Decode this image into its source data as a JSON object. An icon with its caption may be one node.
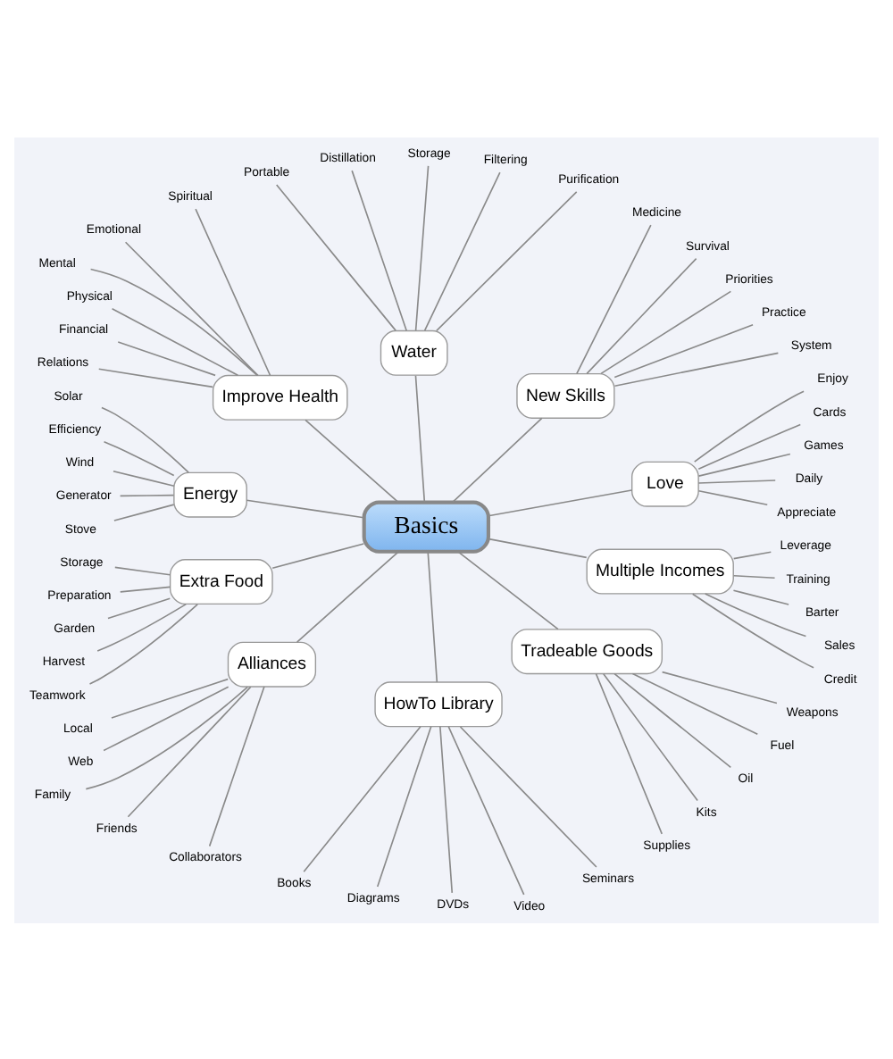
{
  "diagram": {
    "nodes": [
      {
        "text": [
          "Basics"
        ]
      },
      {
        "text": [
          "Love"
        ]
      },
      {
        "text": [
          "Appreciate"
        ]
      },
      {
        "text": [
          "Daily"
        ]
      },
      {
        "text": [
          "Games"
        ]
      },
      {
        "text": [
          "Cards"
        ]
      },
      {
        "text": [
          "Enjoy"
        ]
      },
      {
        "text": [
          "New Skills"
        ]
      },
      {
        "text": [
          "System"
        ]
      },
      {
        "text": [
          "Practice"
        ]
      },
      {
        "text": [
          "Priorities"
        ]
      },
      {
        "text": [
          "Survival"
        ]
      },
      {
        "text": [
          "Medicine"
        ]
      },
      {
        "text": [
          "Water"
        ]
      },
      {
        "text": [
          "Purification"
        ]
      },
      {
        "text": [
          "Filtering"
        ]
      },
      {
        "text": [
          "Storage"
        ]
      },
      {
        "text": [
          "Distillation"
        ]
      },
      {
        "text": [
          "Portable"
        ]
      },
      {
        "text": [
          "Improve Health"
        ]
      },
      {
        "text": [
          "Spiritual"
        ]
      },
      {
        "text": [
          "Emotional"
        ]
      },
      {
        "text": [
          "Mental"
        ]
      },
      {
        "text": [
          "Physical"
        ]
      },
      {
        "text": [
          "Financial"
        ]
      },
      {
        "text": [
          "Relations"
        ]
      },
      {
        "text": [
          "Energy"
        ]
      },
      {
        "text": [
          "Solar"
        ]
      },
      {
        "text": [
          "Efficiency"
        ]
      },
      {
        "text": [
          "Wind"
        ]
      },
      {
        "text": [
          "Generator"
        ]
      },
      {
        "text": [
          "Stove"
        ]
      },
      {
        "text": [
          "Extra Food"
        ]
      },
      {
        "text": [
          "Storage"
        ]
      },
      {
        "text": [
          "Preparation"
        ]
      },
      {
        "text": [
          "Garden"
        ]
      },
      {
        "text": [
          "Harvest"
        ]
      },
      {
        "text": [
          "Teamwork"
        ]
      },
      {
        "text": [
          "Alliances"
        ]
      },
      {
        "text": [
          "Local"
        ]
      },
      {
        "text": [
          "Web"
        ]
      },
      {
        "text": [
          "Family"
        ]
      },
      {
        "text": [
          "Friends"
        ]
      },
      {
        "text": [
          "Collaborators"
        ]
      },
      {
        "text": [
          "HowTo Library"
        ]
      },
      {
        "text": [
          "Books"
        ]
      },
      {
        "text": [
          "Diagrams"
        ]
      },
      {
        "text": [
          "DVDs"
        ]
      },
      {
        "text": [
          "Video"
        ]
      },
      {
        "text": [
          "Seminars"
        ]
      },
      {
        "text": [
          "Tradeable Goods"
        ]
      },
      {
        "text": [
          "Supplies"
        ]
      },
      {
        "text": [
          "Kits"
        ]
      },
      {
        "text": [
          "Oil"
        ]
      },
      {
        "text": [
          "Fuel"
        ]
      },
      {
        "text": [
          "Weapons"
        ]
      },
      {
        "text": [
          "Multiple Incomes"
        ]
      },
      {
        "text": [
          "Credit"
        ]
      },
      {
        "text": [
          "Sales"
        ]
      },
      {
        "text": [
          "Barter"
        ]
      },
      {
        "text": [
          "Training"
        ]
      },
      {
        "text": [
          "Leverage"
        ]
      }
    ],
    "edges": [
      {
        "from": 0,
        "to": 1,
        "arrow": "none"
      },
      {
        "from": 1,
        "to": 2,
        "arrow": "none"
      },
      {
        "from": 1,
        "to": 3,
        "arrow": "none"
      },
      {
        "from": 1,
        "to": 4,
        "arrow": "none"
      },
      {
        "from": 1,
        "to": 5,
        "arrow": "none"
      },
      {
        "from": 1,
        "to": 6,
        "arrow": "none"
      },
      {
        "from": 0,
        "to": 7,
        "arrow": "none"
      },
      {
        "from": 7,
        "to": 8,
        "arrow": "none"
      },
      {
        "from": 7,
        "to": 9,
        "arrow": "none"
      },
      {
        "from": 7,
        "to": 10,
        "arrow": "none"
      },
      {
        "from": 7,
        "to": 11,
        "arrow": "none"
      },
      {
        "from": 7,
        "to": 12,
        "arrow": "none"
      },
      {
        "from": 0,
        "to": 13,
        "arrow": "none"
      },
      {
        "from": 13,
        "to": 14,
        "arrow": "none"
      },
      {
        "from": 13,
        "to": 15,
        "arrow": "none"
      },
      {
        "from": 13,
        "to": 16,
        "arrow": "none"
      },
      {
        "from": 13,
        "to": 17,
        "arrow": "none"
      },
      {
        "from": 13,
        "to": 18,
        "arrow": "none"
      },
      {
        "from": 0,
        "to": 19,
        "arrow": "none"
      },
      {
        "from": 19,
        "to": 20,
        "arrow": "none"
      },
      {
        "from": 19,
        "to": 21,
        "arrow": "none"
      },
      {
        "from": 19,
        "to": 22,
        "arrow": "none"
      },
      {
        "from": 19,
        "to": 23,
        "arrow": "none"
      },
      {
        "from": 19,
        "to": 24,
        "arrow": "none"
      },
      {
        "from": 19,
        "to": 25,
        "arrow": "none"
      },
      {
        "from": 0,
        "to": 26,
        "arrow": "none"
      },
      {
        "from": 26,
        "to": 27,
        "arrow": "none"
      },
      {
        "from": 26,
        "to": 28,
        "arrow": "none"
      },
      {
        "from": 26,
        "to": 29,
        "arrow": "none"
      },
      {
        "from": 26,
        "to": 30,
        "arrow": "none"
      },
      {
        "from": 26,
        "to": 31,
        "arrow": "none"
      },
      {
        "from": 0,
        "to": 32,
        "arrow": "none"
      },
      {
        "from": 32,
        "to": 33,
        "arrow": "none"
      },
      {
        "from": 32,
        "to": 34,
        "arrow": "none"
      },
      {
        "from": 32,
        "to": 35,
        "arrow": "none"
      },
      {
        "from": 32,
        "to": 36,
        "arrow": "none"
      },
      {
        "from": 32,
        "to": 37,
        "arrow": "none"
      },
      {
        "from": 0,
        "to": 38,
        "arrow": "none"
      },
      {
        "from": 38,
        "to": 39,
        "arrow": "none"
      },
      {
        "from": 38,
        "to": 40,
        "arrow": "none"
      },
      {
        "from": 38,
        "to": 41,
        "arrow": "none"
      },
      {
        "from": 38,
        "to": 42,
        "arrow": "none"
      },
      {
        "from": 38,
        "to": 43,
        "arrow": "none"
      },
      {
        "from": 0,
        "to": 44,
        "arrow": "none"
      },
      {
        "from": 44,
        "to": 45,
        "arrow": "none"
      },
      {
        "from": 44,
        "to": 46,
        "arrow": "none"
      },
      {
        "from": 44,
        "to": 47,
        "arrow": "none"
      },
      {
        "from": 44,
        "to": 48,
        "arrow": "none"
      },
      {
        "from": 44,
        "to": 49,
        "arrow": "none"
      },
      {
        "from": 0,
        "to": 50,
        "arrow": "none"
      },
      {
        "from": 50,
        "to": 51,
        "arrow": "none"
      },
      {
        "from": 50,
        "to": 52,
        "arrow": "none"
      },
      {
        "from": 50,
        "to": 53,
        "arrow": "none"
      },
      {
        "from": 50,
        "to": 54,
        "arrow": "none"
      },
      {
        "from": 50,
        "to": 55,
        "arrow": "none"
      },
      {
        "from": 0,
        "to": 56,
        "arrow": "none"
      },
      {
        "from": 56,
        "to": 57,
        "arrow": "none"
      },
      {
        "from": 56,
        "to": 58,
        "arrow": "none"
      },
      {
        "from": 56,
        "to": 59,
        "arrow": "none"
      },
      {
        "from": 56,
        "to": 60,
        "arrow": "none"
      },
      {
        "from": 56,
        "to": 61,
        "arrow": "none"
      }
    ]
  }
}
